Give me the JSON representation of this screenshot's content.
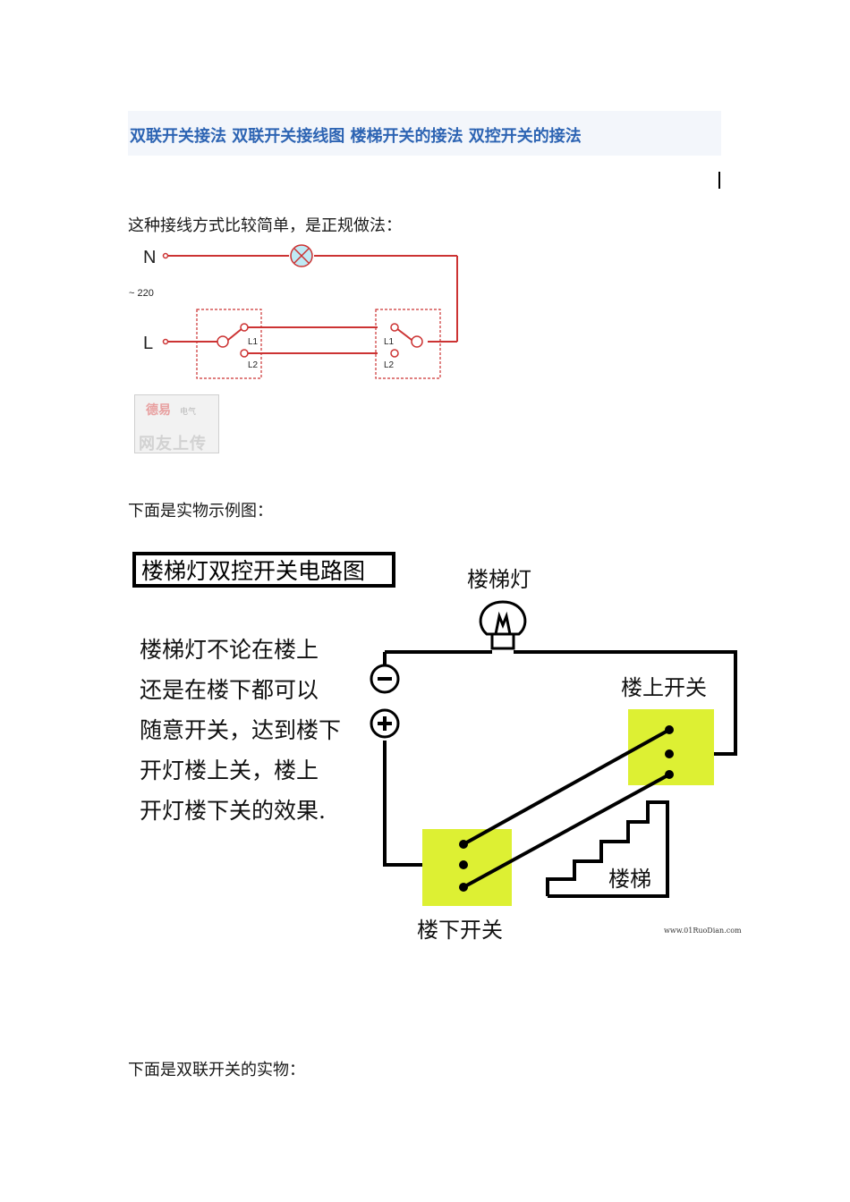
{
  "title": "双联开关接法 双联开关接线图 楼梯开关的接法 双控开关的接法",
  "paragraphs": {
    "p1": "这种接线方式比较简单，是正规做法：",
    "p2": "下面是实物示例图：",
    "p3": "下面是双联开关的实物："
  },
  "wiring": {
    "neutral": "N",
    "voltage": "~ 220",
    "live": "L",
    "l1": "L1",
    "l2": "L2"
  },
  "watermark": {
    "logo": "德易",
    "small": "电气",
    "caption": "网友上传"
  },
  "circuit": {
    "title": "楼梯灯双控开关电路图",
    "lamp": "楼梯灯",
    "desc": [
      "楼梯灯不论在楼上",
      "还是在楼下都可以",
      "随意开关，达到楼下",
      "开灯楼上关，楼上",
      "开灯楼下关的效果."
    ],
    "minus": "−",
    "plus": "+",
    "upstairs_switch": "楼上开关",
    "downstairs_switch": "楼下开关",
    "stairs": "楼梯",
    "site": "www.01RuoDian.com"
  },
  "colors": {
    "title": "#2d64b3",
    "wire": "#cc3333",
    "switch_fill": "#ddf033"
  }
}
